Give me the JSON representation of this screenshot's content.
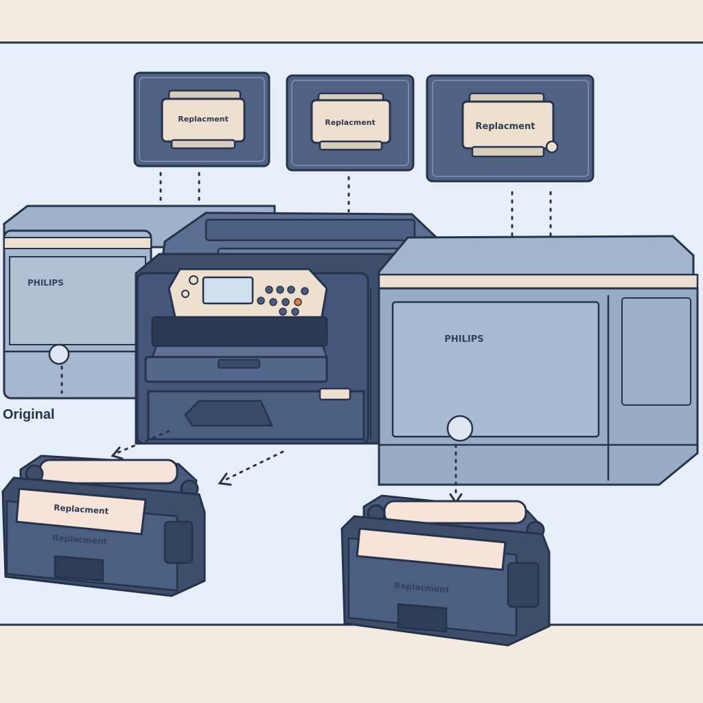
{
  "colors": {
    "frame_background": "#e6eff9",
    "outer_background": "#f3ebe0",
    "panel_fill": "#4f6283",
    "printer_light": "#8fa4bf",
    "printer_dark": "#3c4e6a",
    "cartridge_fill": "#ede0cf",
    "outline": "#26324a",
    "roller_label": "#f6e4d8"
  },
  "callouts": [
    {
      "label": "Replacment"
    },
    {
      "label": "Replacment"
    },
    {
      "label": "Replacment"
    }
  ],
  "printers": {
    "left_brand": "PHILIPS",
    "right_brand": "PHILIPS"
  },
  "original_label": "Original",
  "drums": [
    {
      "top_label": "Replacment",
      "body_label": "Replacment"
    },
    {
      "top_label": "",
      "body_label": "Replacment"
    }
  ]
}
